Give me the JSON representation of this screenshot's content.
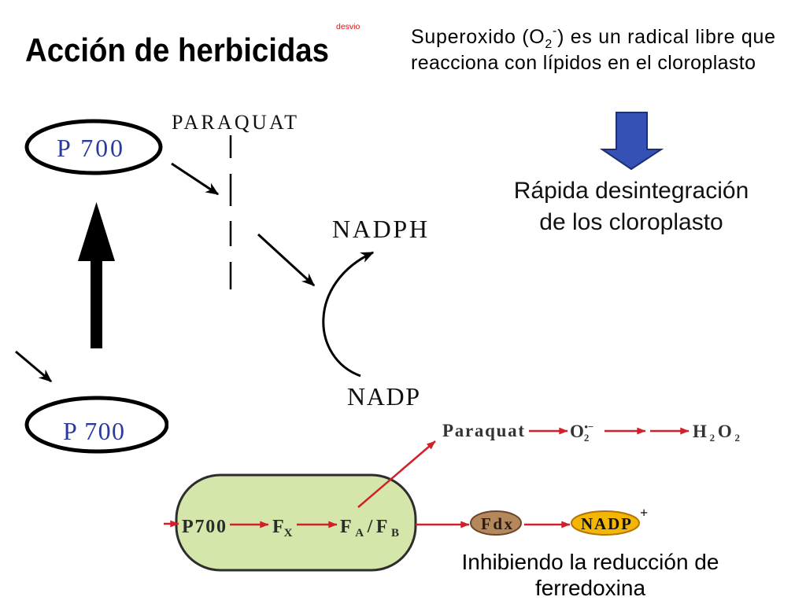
{
  "slide": {
    "title": "Acción de herbicidas",
    "corner_link": "desvio",
    "superoxide_note": {
      "prefix": "Superoxido (O",
      "subscript": "2",
      "superscript": "-",
      "suffix": ") es un radical libre que",
      "line2": "reacciona con lípidos en el cloroplasto"
    },
    "consequence": {
      "line1": "Rápida desintegración",
      "line2": "de los cloroplasto"
    },
    "caption": {
      "line1": "Inhibiendo la reducción de",
      "line2": "ferredoxina"
    }
  },
  "scheme": {
    "paraquat": "PARAQUAT",
    "p700_upper": "P 700",
    "p700_lower": "P 700",
    "nadph": "NADPH",
    "nadp": "NADP"
  },
  "pathway": {
    "p700": "P700",
    "fx": {
      "letter": "F",
      "sub": "X"
    },
    "fa_fb": {
      "letter_a": "F",
      "sub_a": "A",
      "slash": "/",
      "letter_b": "F",
      "sub_b": "B"
    },
    "paraquat": "Paraquat",
    "superoxide": {
      "letter": "O",
      "sub": "2",
      "sup": "•−"
    },
    "peroxide": {
      "h": "H",
      "sub_h": "2",
      "o": "O",
      "sub_o": "2"
    },
    "fdx": "Fdx",
    "nadp": {
      "label": "NADP",
      "sup": "+"
    }
  },
  "colors": {
    "link_red": "#e01414",
    "p700_blue": "#2a3b9d",
    "result_arrow_blue": "#3551b5",
    "pathway_red": "#d2202b",
    "photosystem_green": "#d4e6a9",
    "fdx_brown": "#b4875d",
    "nadp_gold": "#f3b605"
  }
}
